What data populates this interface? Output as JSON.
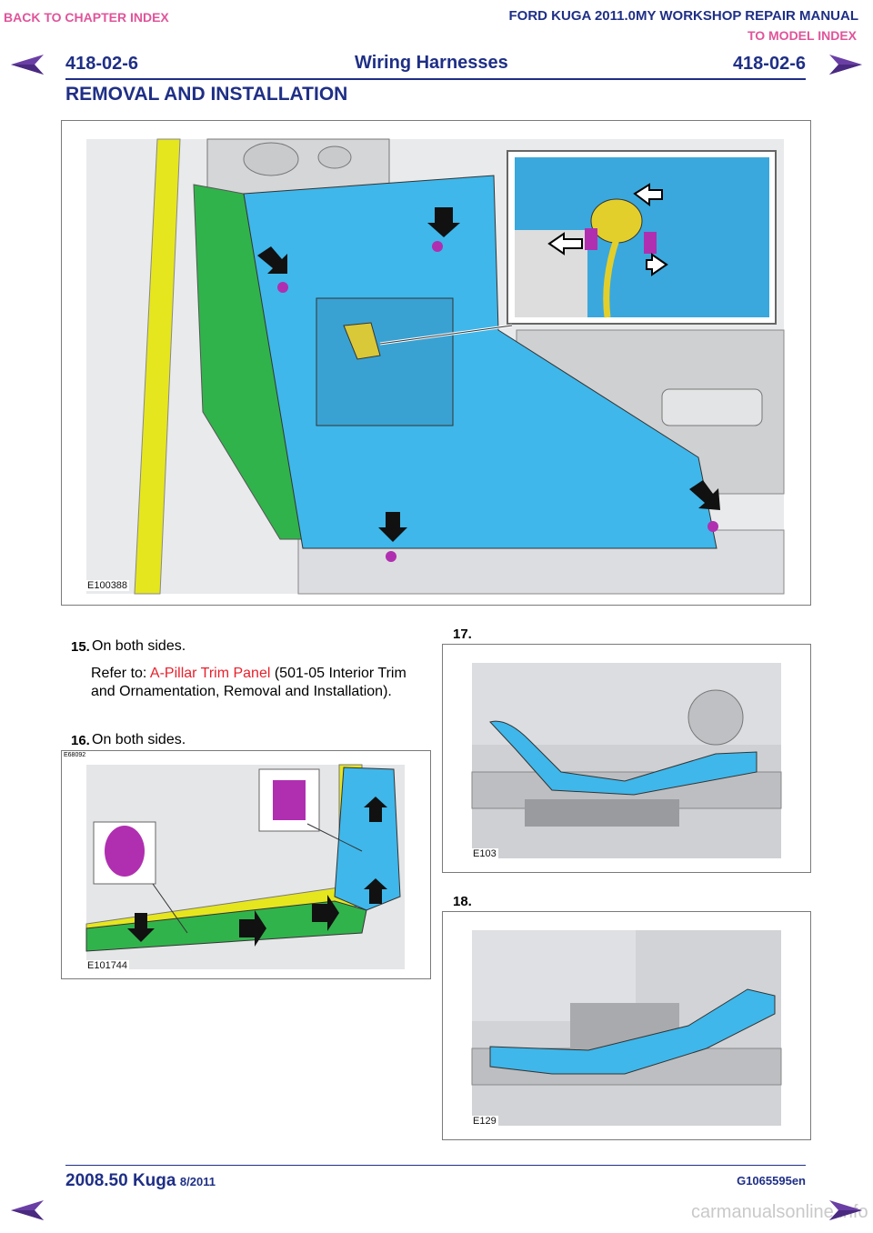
{
  "nav": {
    "back_chapter": "BACK TO CHAPTER INDEX",
    "to_model": "TO MODEL INDEX"
  },
  "manual_title": "FORD KUGA 2011.0MY WORKSHOP REPAIR MANUAL",
  "header": {
    "code_left": "418-02-6",
    "title": "Wiring Harnesses",
    "code_right": "418-02-6",
    "section": "REMOVAL AND INSTALLATION"
  },
  "figures": {
    "main": "E100388",
    "step16": "E101744",
    "step16_top": "E68092",
    "step17": "E103",
    "step18": "E129"
  },
  "steps": {
    "s15_num": "15.",
    "s15_text": "On both sides.",
    "s15_refer_prefix": "Refer to: ",
    "s15_refer_link": "A-Pillar Trim Panel",
    "s15_refer_suffix": " (501-05 Interior Trim and Ornamentation, Removal and Installation).",
    "s16_num": "16.",
    "s16_text": "On both sides.",
    "s17_num": "17.",
    "s18_num": "18."
  },
  "footer": {
    "model": "2008.50 Kuga",
    "date": "8/2011",
    "code": "G1065595en",
    "watermark": "carmanualsonline.info"
  },
  "colors": {
    "brand": "#1f2f86",
    "link_pink": "#e0549a",
    "link_red": "#e8202b",
    "panel_blue": "#3fb7ea",
    "panel_green": "#2fb24a",
    "clip_purple": "#b02fb0"
  }
}
